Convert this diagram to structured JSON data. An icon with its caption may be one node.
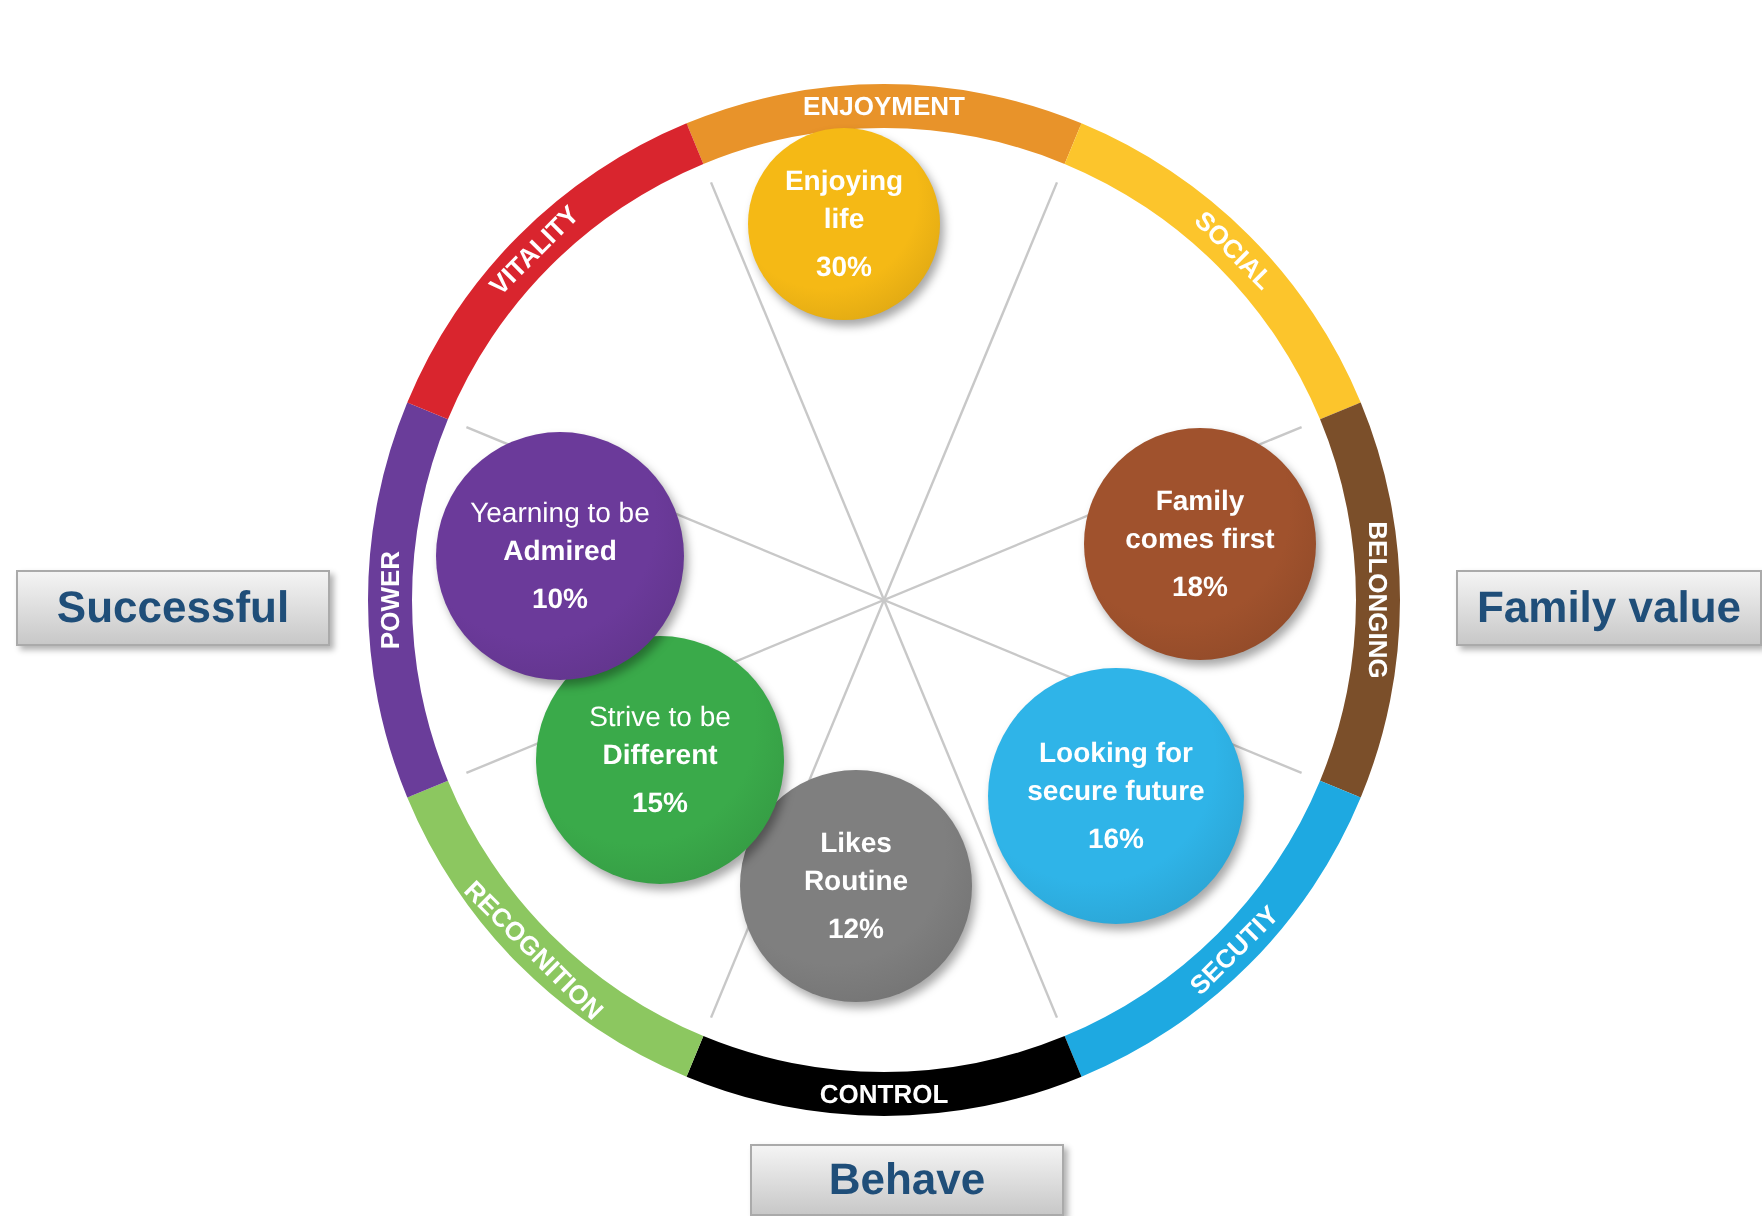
{
  "diagram": {
    "nodes": [
      {
        "text": [],
        "shape": "circle"
      },
      {
        "text": [
          "ENJOYMENT"
        ],
        "in": 0
      },
      {
        "text": [
          "SOCIAL"
        ],
        "in": 0
      },
      {
        "text": [
          "BELONGING"
        ],
        "in": 0
      },
      {
        "text": [
          "SECUTIY"
        ],
        "in": 0
      },
      {
        "text": [
          "CONTROL"
        ],
        "in": 0
      },
      {
        "text": [
          "RECOGNITION"
        ],
        "in": 0
      },
      {
        "text": [
          "POWER"
        ],
        "in": 0
      },
      {
        "text": [
          "VITALITY"
        ],
        "in": 0
      },
      {
        "text": [
          "Enjoying life",
          "30%"
        ],
        "in": 0
      },
      {
        "text": [
          "Family comes first",
          "18%"
        ],
        "in": 0
      },
      {
        "text": [
          "Looking for secure future",
          "16%"
        ],
        "in": 0
      },
      {
        "text": [
          "Likes Routine",
          "12%"
        ],
        "in": 0
      },
      {
        "text": [
          "Strive to be **Different**",
          "15%"
        ],
        "in": 0
      },
      {
        "text": [
          "Yearning to be **Admired**",
          "10%"
        ],
        "in": 0
      },
      {
        "text": [
          "Successful"
        ]
      },
      {
        "text": [
          "Family value"
        ]
      },
      {
        "text": [
          "Behave"
        ]
      }
    ],
    "edges": []
  }
}
